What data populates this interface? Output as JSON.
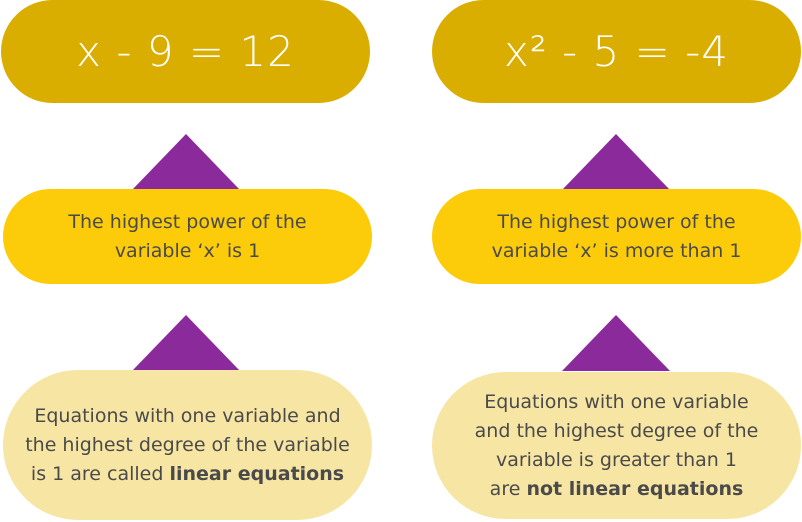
{
  "left_column": {
    "equation": "x - 9 = 12",
    "power_text_line1": "The highest power of the",
    "power_text_line2": "variable ‘x’ is 1",
    "conclusion_line1": "Equations with one variable and",
    "conclusion_line2": "the highest degree of the variable",
    "conclusion_line3_prefix": "is 1 are called ",
    "conclusion_emphasis": "linear equations"
  },
  "right_column": {
    "equation": "x² - 5 = -4",
    "power_text_line1": "The highest power of the",
    "power_text_line2": "variable ‘x’ is more than 1",
    "conclusion_line1": "Equations with one variable",
    "conclusion_line2": "and the highest degree of the",
    "conclusion_line3": "variable is greater than 1",
    "conclusion_line4_prefix": "are ",
    "conclusion_emphasis": "not linear equations"
  },
  "colors": {
    "equation_box": "#d9ae00",
    "power_box": "#fccc0b",
    "conclusion_box": "#f7e5a3",
    "connector_triangle": "#8b2b9b",
    "equation_text": "#ffffff",
    "body_text": "#4a4a4a"
  }
}
